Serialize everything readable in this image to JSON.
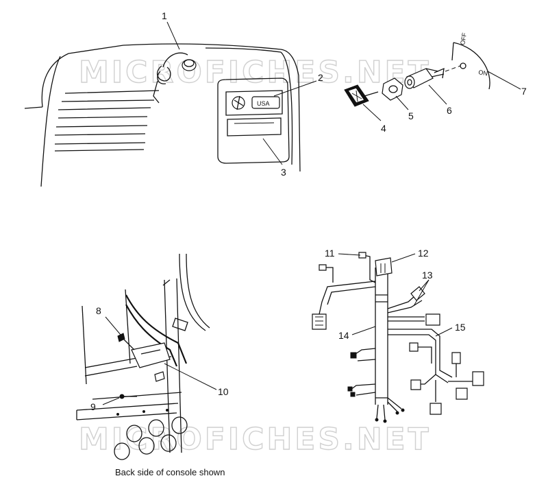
{
  "watermark": "MICROFICHES.NET",
  "caption": "Back side of console shown",
  "labels": {
    "usa_plate": "USA",
    "off": "OFF",
    "on": "ON"
  },
  "callouts": [
    "1",
    "2",
    "3",
    "4",
    "5",
    "6",
    "7",
    "8",
    "9",
    "10",
    "11",
    "12",
    "13",
    "14",
    "15"
  ]
}
